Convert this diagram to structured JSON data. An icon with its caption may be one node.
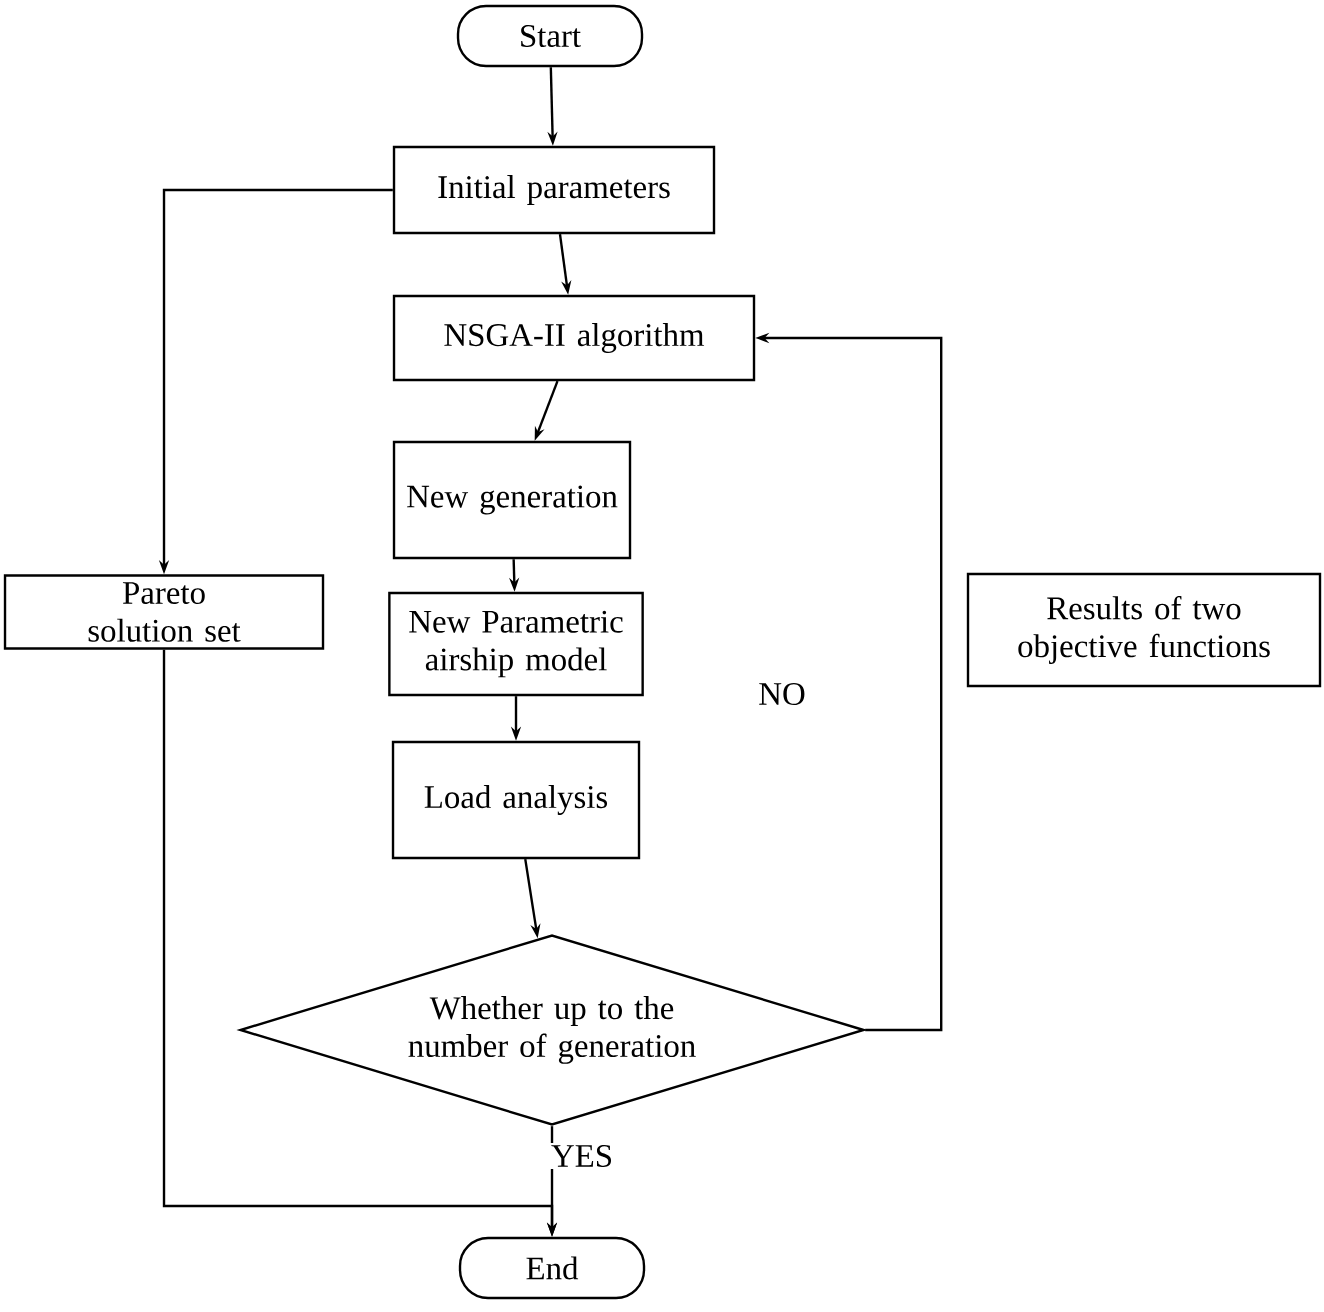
{
  "diagram": {
    "nodes": [
      {
        "text": [
          "Start"
        ]
      },
      {
        "text": [
          "Initial parameters"
        ]
      },
      {
        "text": [
          "NSGA-II algorithm"
        ]
      },
      {
        "text": [
          "New generation"
        ]
      },
      {
        "text": [
          "Pareto solution set"
        ]
      },
      {
        "text": [
          "New Parametric airship model"
        ]
      },
      {
        "text": [
          "Load analysis"
        ]
      },
      {
        "text": [
          "Results of two objective functions"
        ]
      },
      {
        "text": [
          "Whether up to the number of generation"
        ]
      },
      {
        "text": [
          "End"
        ]
      }
    ],
    "edges": [
      {
        "from": 0,
        "to": 1,
        "arrow": "to"
      },
      {
        "from": 1,
        "to": 2,
        "arrow": "to"
      },
      {
        "from": 1,
        "to": 4,
        "arrow": "to"
      },
      {
        "from": 2,
        "to": 3,
        "arrow": "to"
      },
      {
        "from": 3,
        "to": 5,
        "arrow": "to"
      },
      {
        "from": 5,
        "to": 6,
        "arrow": "to"
      },
      {
        "from": 6,
        "to": 8,
        "arrow": "to"
      },
      {
        "from": 8,
        "to": 2,
        "arrow": "to",
        "label": "NO"
      },
      {
        "from": 8,
        "to": 9,
        "arrow": "to",
        "label": "YES"
      },
      {
        "from": 4,
        "to": 9,
        "arrow": "to"
      }
    ]
  }
}
